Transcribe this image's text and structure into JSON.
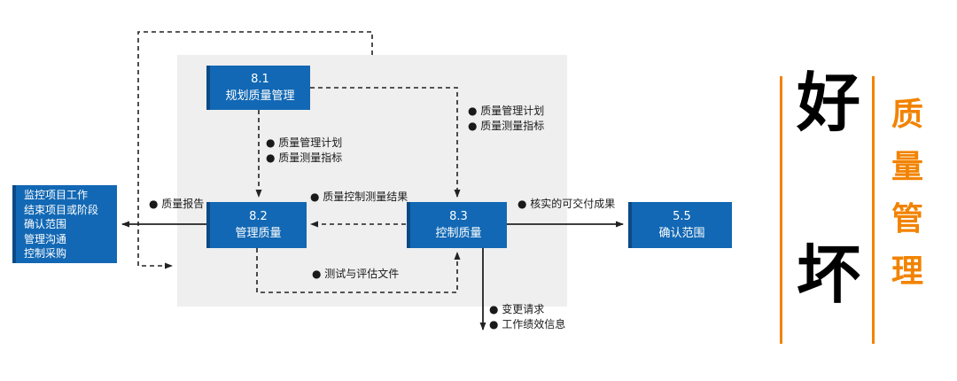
{
  "diagram": {
    "boxes": {
      "plan": {
        "id": "8.1",
        "title": "规划质量管理"
      },
      "manage": {
        "id": "8.2",
        "title": "管理质量"
      },
      "control": {
        "id": "8.3",
        "title": "控制质量"
      },
      "validate": {
        "id": "5.5",
        "title": "确认范围"
      }
    },
    "external_processes": {
      "lines": [
        "监控项目工作",
        "结束项目或阶段",
        "确认范围",
        "管理沟通",
        "控制采购"
      ]
    },
    "labels": {
      "plan_to_manage": [
        "● 质量管理计划",
        "● 质量测量指标"
      ],
      "plan_to_control": [
        "● 质量管理计划",
        "● 质量测量指标"
      ],
      "control_to_manage": "● 质量控制测量结果",
      "manage_to_control": "● 测试与评估文件",
      "quality_report": "● 质量报告",
      "verified_deliverables": "● 核实的可交付成果",
      "control_outputs": [
        "● 变更请求",
        "● 工作绩效信息"
      ]
    }
  },
  "side_panel": {
    "good_char": "好",
    "bad_char": "坏",
    "vertical_title": [
      "质",
      "量",
      "管",
      "理"
    ]
  },
  "colors": {
    "process_blue": "#1268b4",
    "process_blue_dark": "#0b4a86",
    "panel_gray": "#efefef",
    "accent_orange": "#f28300",
    "arrow_black": "#222222"
  }
}
